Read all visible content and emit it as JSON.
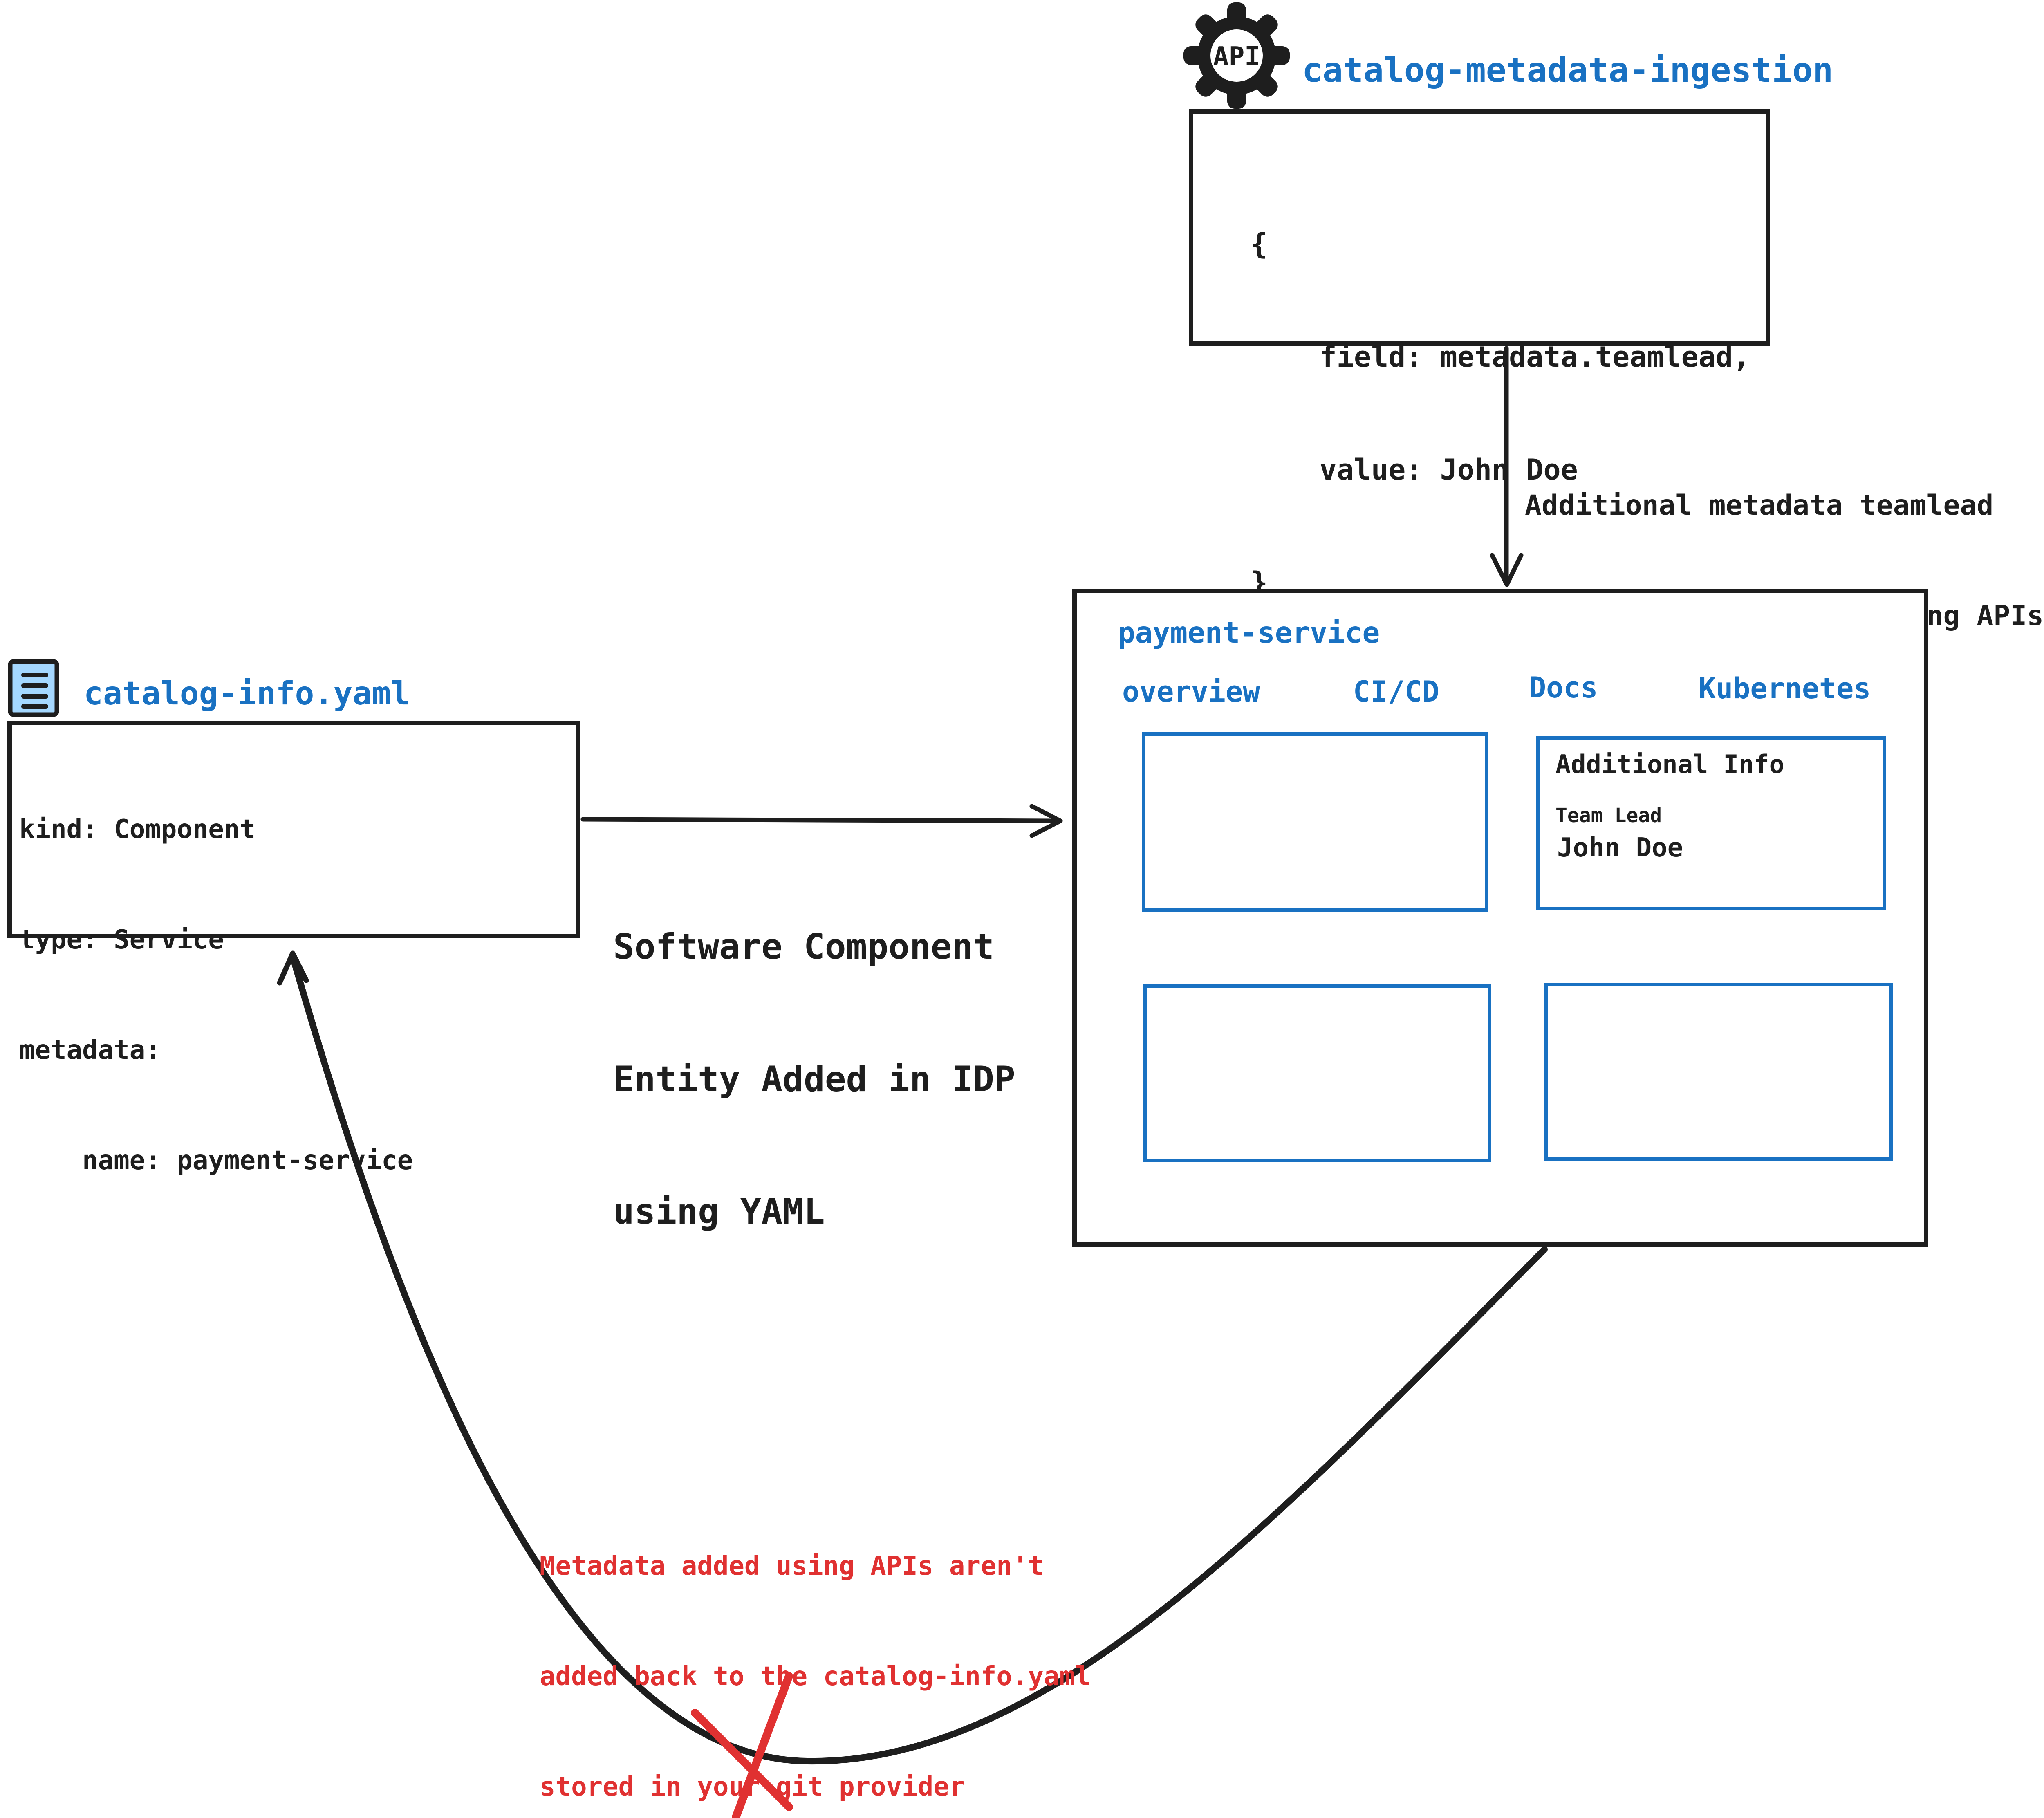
{
  "colors": {
    "accent_blue": "#1971c2",
    "stroke_dark": "#1e1e1e",
    "alert_red": "#e03131",
    "icon_fill": "#a5d8ff"
  },
  "api_node": {
    "icon_label": "API",
    "title": "catalog-metadata-ingestion",
    "code_lines": [
      "{",
      "    field: metadata.teamlead,",
      "    value: John Doe",
      "}"
    ]
  },
  "api_arrow_note": {
    "lines": [
      "Additional metadata teamlead",
      "added to the catalog using APIs"
    ]
  },
  "idp_window": {
    "title": "payment-service",
    "tabs": [
      {
        "label": "overview"
      },
      {
        "label": "CI/CD"
      },
      {
        "label": "Docs"
      },
      {
        "label": "Kubernetes"
      }
    ],
    "additional_info": {
      "heading": "Additional Info",
      "field_label": "Team Lead",
      "field_value": "John Doe"
    }
  },
  "yaml_node": {
    "title": "catalog-info.yaml",
    "code_lines": [
      "kind: Component",
      "type: Service",
      "metadata:",
      "    name: payment-service"
    ]
  },
  "yaml_arrow_note": {
    "lines": [
      "Software Component",
      "Entity Added in IDP",
      "using YAML"
    ]
  },
  "warning_note": {
    "lines": [
      "Metadata added using APIs aren't",
      "added back to the catalog-info.yaml",
      "stored in your git provider"
    ]
  }
}
